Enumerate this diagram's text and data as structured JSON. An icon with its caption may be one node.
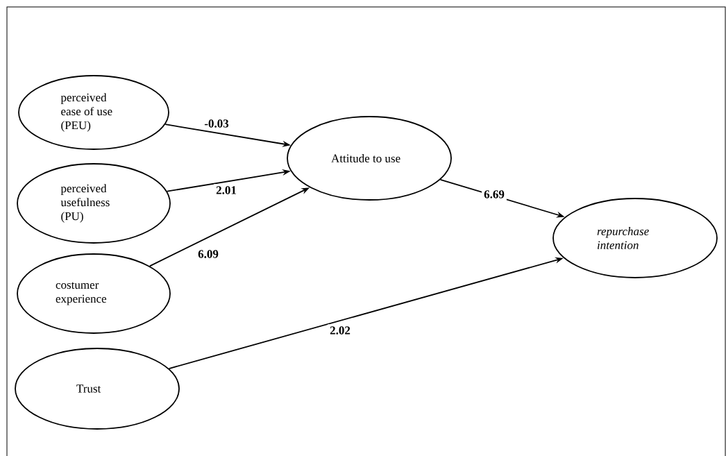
{
  "diagram": {
    "nodes": [
      {
        "text": [
          "perceived ease of use (PEU)"
        ]
      },
      {
        "text": [
          "perceived usefulness (PU)"
        ]
      },
      {
        "text": [
          "costumer experience"
        ]
      },
      {
        "text": [
          "Trust"
        ]
      },
      {
        "text": [
          "Attitude to use"
        ]
      },
      {
        "text": [
          "*repurchase intention*"
        ]
      }
    ],
    "edges": [
      {
        "from": 0,
        "to": 4,
        "arrow": "to",
        "label": "-0.03"
      },
      {
        "from": 1,
        "to": 4,
        "arrow": "to",
        "label": "2.01"
      },
      {
        "from": 2,
        "to": 4,
        "arrow": "to",
        "label": "6.09"
      },
      {
        "from": 4,
        "to": 5,
        "arrow": "to",
        "label": "6.69"
      },
      {
        "from": 3,
        "to": 5,
        "arrow": "to",
        "label": "2.02"
      }
    ]
  }
}
